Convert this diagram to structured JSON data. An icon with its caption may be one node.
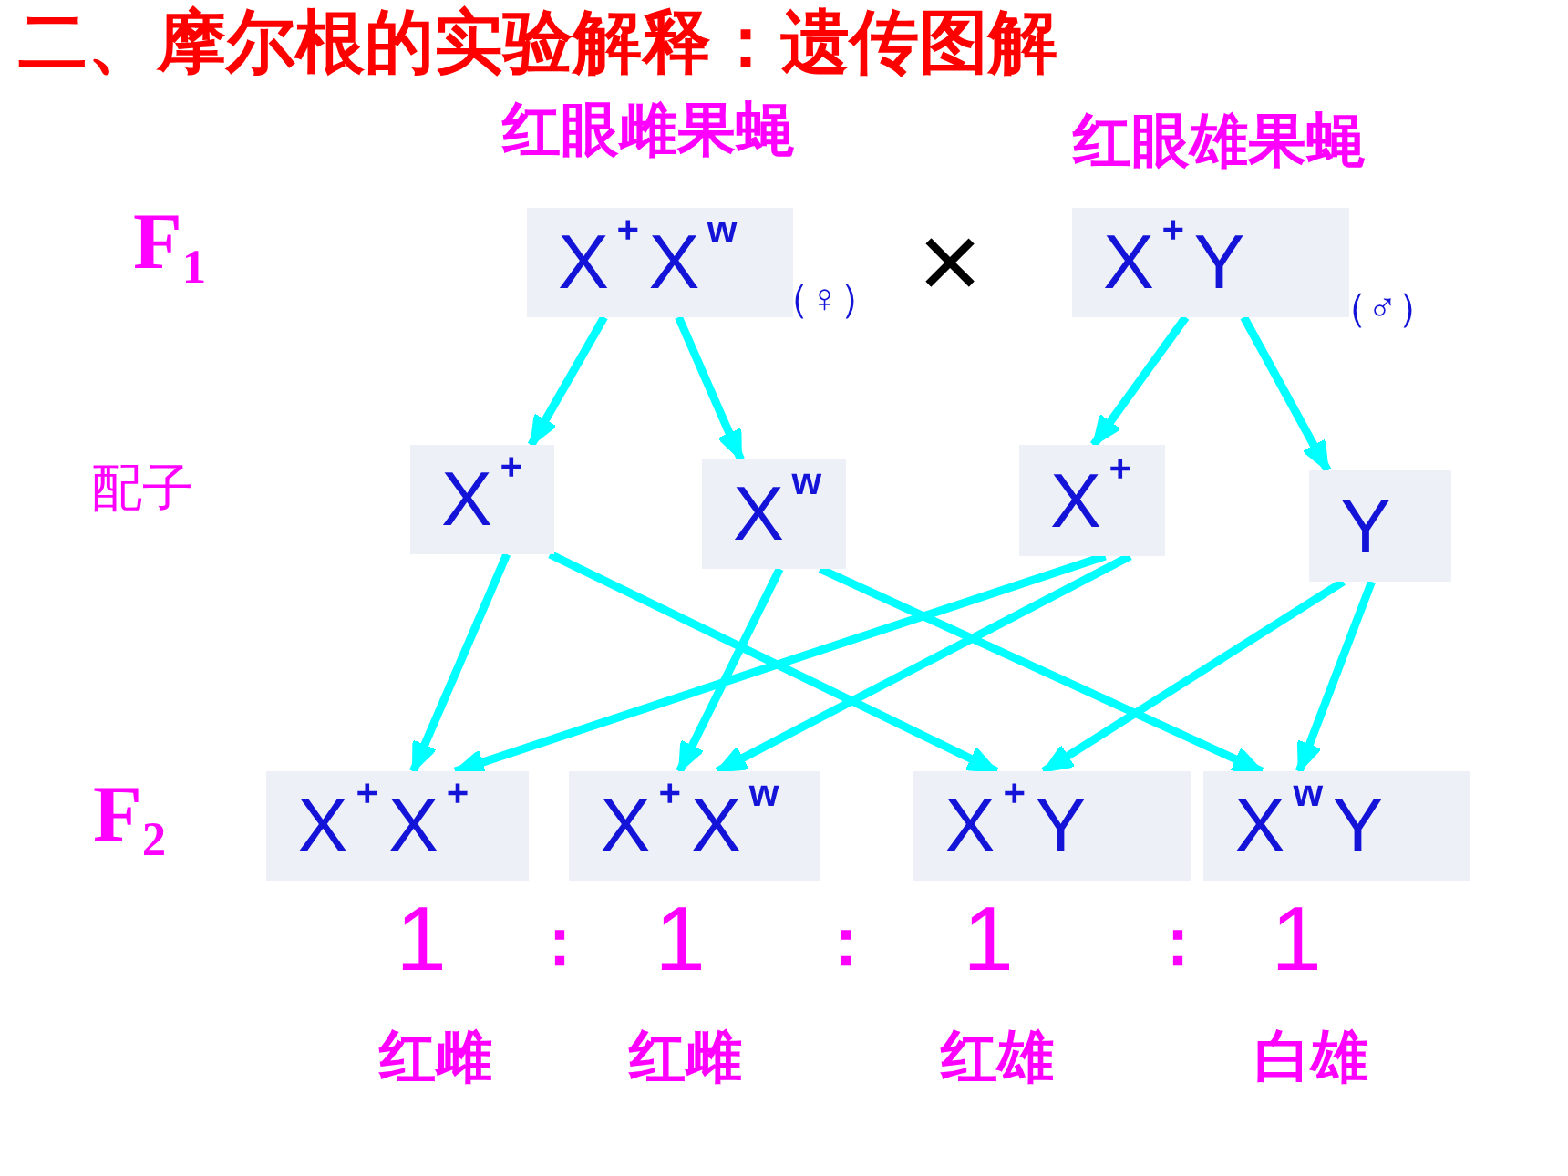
{
  "diagram": {
    "title": "二、摩尔根的实验解释：遗传图解",
    "nodes": [
      {
        "text": [
          "红眼雌果蝇",
          "X$^{+}$X$^{w}$"
        ],
        "beside": [
          "（♀）"
        ]
      },
      {
        "text": [
          "红眼雄果蝇",
          "X$^{+}$Y"
        ],
        "beside": [
          "（♂）"
        ]
      },
      {
        "text": [
          "X$^{+}$"
        ]
      },
      {
        "text": [
          "X$^{w}$"
        ]
      },
      {
        "text": [
          "X$^{+}$"
        ]
      },
      {
        "text": [
          "Y"
        ]
      },
      {
        "text": [
          "X$^{+}$X$^{+}$"
        ]
      },
      {
        "text": [
          "X$^{+}$X$^{w}$"
        ]
      },
      {
        "text": [
          "X$^{+}$Y"
        ]
      },
      {
        "text": [
          "X$^{w}$Y"
        ]
      }
    ],
    "edges": [
      {
        "from": 0,
        "to": 2,
        "arrow": "to"
      },
      {
        "from": 0,
        "to": 3,
        "arrow": "to"
      },
      {
        "from": 1,
        "to": 4,
        "arrow": "to"
      },
      {
        "from": 1,
        "to": 5,
        "arrow": "to"
      },
      {
        "from": 2,
        "to": 6,
        "arrow": "to"
      },
      {
        "from": 2,
        "to": 8,
        "arrow": "to"
      },
      {
        "from": 3,
        "to": 7,
        "arrow": "to"
      },
      {
        "from": 3,
        "to": 9,
        "arrow": "to"
      },
      {
        "from": 4,
        "to": 6,
        "arrow": "to"
      },
      {
        "from": 4,
        "to": 7,
        "arrow": "to"
      },
      {
        "from": 5,
        "to": 8,
        "arrow": "to"
      },
      {
        "from": 5,
        "to": 9,
        "arrow": "to"
      }
    ],
    "labels": [
      "F$_{1}$",
      "×",
      "配子",
      "F$_{2}$",
      "1",
      "：",
      "1",
      "：",
      "1",
      "：",
      "1",
      "红雌",
      "红雌",
      "红雄",
      "白雄"
    ]
  }
}
